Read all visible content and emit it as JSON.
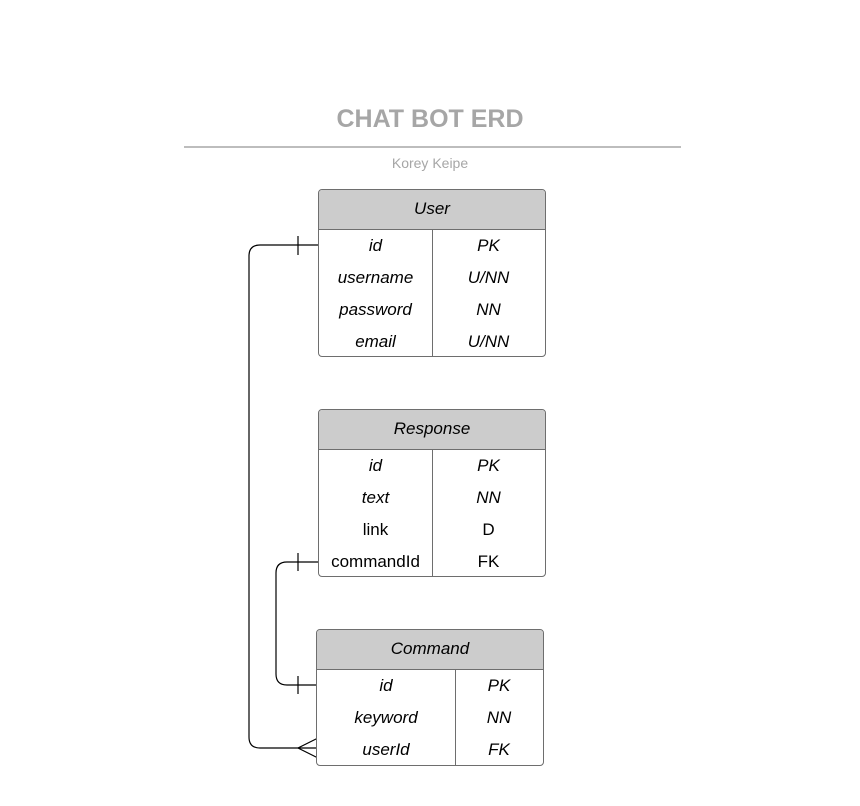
{
  "diagram": {
    "title": "CHAT BOT ERD",
    "author": "Korey Keipe",
    "entities": [
      {
        "name": "User",
        "rows": [
          {
            "field": "id",
            "constraint": "PK",
            "italic": true
          },
          {
            "field": "username",
            "constraint": "U/NN",
            "italic": true
          },
          {
            "field": "password",
            "constraint": "NN",
            "italic": true
          },
          {
            "field": "email",
            "constraint": "U/NN",
            "italic": true
          }
        ]
      },
      {
        "name": "Response",
        "rows": [
          {
            "field": "id",
            "constraint": "PK",
            "italic": true
          },
          {
            "field": "text",
            "constraint": "NN",
            "italic": true
          },
          {
            "field": "link",
            "constraint": "D",
            "italic": false
          },
          {
            "field": "commandId",
            "constraint": "FK",
            "italic": false
          }
        ]
      },
      {
        "name": "Command",
        "rows": [
          {
            "field": "id",
            "constraint": "PK",
            "italic": true
          },
          {
            "field": "keyword",
            "constraint": "NN",
            "italic": true
          },
          {
            "field": "userId",
            "constraint": "FK",
            "italic": true
          }
        ]
      }
    ],
    "relationships": [
      {
        "from": "User.id",
        "to": "Command.userId",
        "from_cardinality": "one",
        "to_cardinality": "many"
      },
      {
        "from": "Command.id",
        "to": "Response.commandId",
        "from_cardinality": "one",
        "to_cardinality": "one"
      }
    ],
    "colors": {
      "header_fill": "#cccccc",
      "border": "#6e6e6e",
      "title_text": "#a6a6a6",
      "rule": "#bdbdbd",
      "connector": "#000000"
    }
  }
}
